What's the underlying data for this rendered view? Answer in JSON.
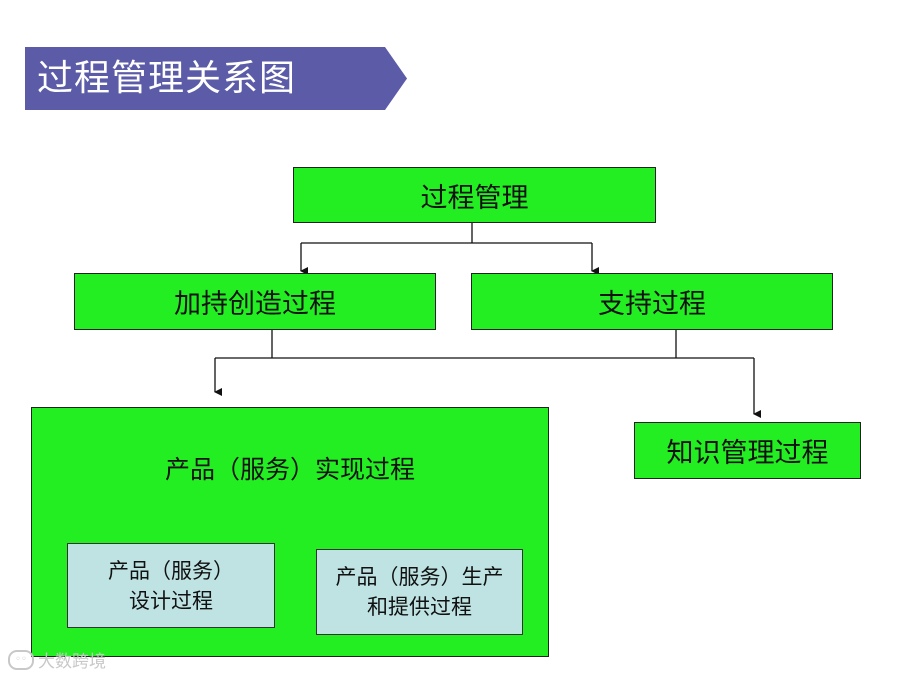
{
  "title": "过程管理关系图",
  "nodes": {
    "root": "过程管理",
    "creation": "加持创造过程",
    "support": "支持过程",
    "realization": "产品（服务）实现过程",
    "knowledge": "知识管理过程",
    "design_line1": "产品（服务）",
    "design_line2": "设计过程",
    "production_line1": "产品（服务）生产",
    "production_line2": "和提供过程"
  },
  "watermark": "大数跨境",
  "colors": {
    "banner": "#5b5ba8",
    "box_green": "#22ee22",
    "subbox_teal": "#bfe3e3"
  }
}
